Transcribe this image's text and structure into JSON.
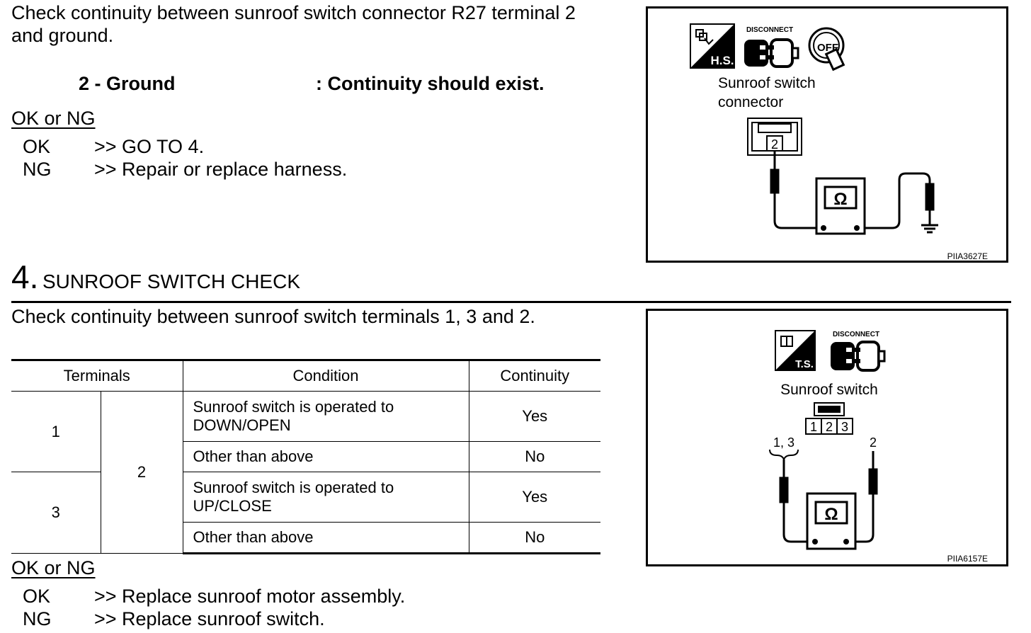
{
  "section3": {
    "check_line1": "Check continuity between sunroof switch connector R27 terminal 2",
    "check_line2": "and ground.",
    "spec_left": "2 - Ground",
    "spec_right": ": Continuity should exist.",
    "okng": "OK or NG",
    "ok_label": "OK",
    "ok_action": ">> GO TO 4.",
    "ng_label": "NG",
    "ng_action": ">> Repair or replace harness."
  },
  "figure1": {
    "icon_hs": "H.S.",
    "icon_disconnect": "DISCONNECT",
    "icon_off": "OFF",
    "label_line1": "Sunroof switch",
    "label_line2": "connector",
    "terminal": "2",
    "meter_symbol": "Ω",
    "code": "PIIA3627E"
  },
  "section4": {
    "number": "4.",
    "title": "SUNROOF SWITCH CHECK",
    "check_line": "Check continuity between sunroof switch terminals 1, 3 and 2.",
    "table": {
      "headers": [
        "Terminals",
        "Condition",
        "Continuity"
      ],
      "rows": [
        {
          "t1": "1",
          "condition_l1": "Sunroof switch is operated to",
          "condition_l2": "DOWN/OPEN",
          "continuity": "Yes"
        },
        {
          "condition": "Other than above",
          "continuity": "No"
        },
        {
          "t1": "3",
          "condition_l1": "Sunroof switch is operated to",
          "condition_l2": "UP/CLOSE",
          "continuity": "Yes"
        },
        {
          "condition": "Other than above",
          "continuity": "No"
        }
      ],
      "t2": "2"
    },
    "okng": "OK or NG",
    "ok_label": "OK",
    "ok_action": ">> Replace sunroof motor assembly.",
    "ng_label": "NG",
    "ng_action": ">> Replace sunroof switch."
  },
  "figure2": {
    "icon_ts": "T.S.",
    "icon_disconnect": "DISCONNECT",
    "label": "Sunroof switch",
    "terminals": [
      "1",
      "2",
      "3"
    ],
    "probe_left": "1, 3",
    "probe_right": "2",
    "meter_symbol": "Ω",
    "code": "PIIA6157E"
  }
}
